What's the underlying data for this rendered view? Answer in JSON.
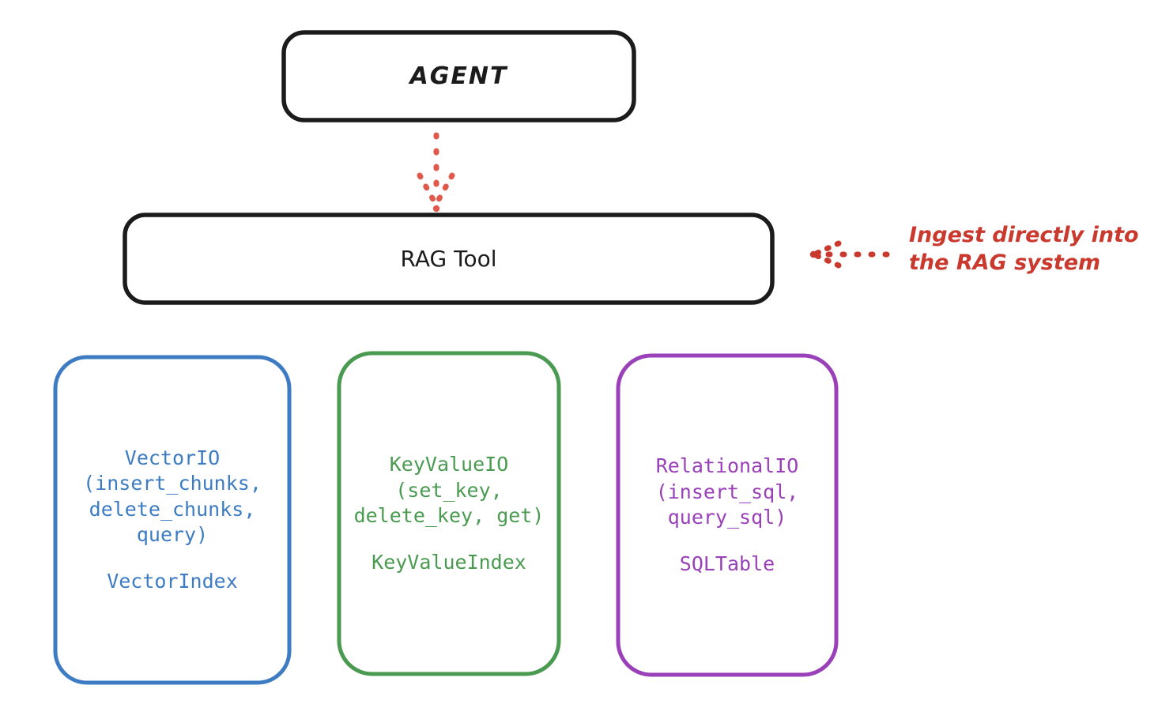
{
  "diagram": {
    "title_node": {
      "label": "AGENT"
    },
    "tool_node": {
      "label": "RAG Tool"
    },
    "annotation": {
      "text": "Ingest directly into\nthe RAG system",
      "color": "#c9392e"
    },
    "connector_color": "#e0594b",
    "box_stroke_color": "#1b1b1b",
    "background": "#ffffff",
    "api_nodes": [
      {
        "id": "vector",
        "api_name": "VectorIO",
        "methods": "(insert_chunks,\ndelete_chunks,\nquery)",
        "index_name": "VectorIndex",
        "color": "#3d7cc2"
      },
      {
        "id": "keyvalue",
        "api_name": "KeyValueIO",
        "methods": "(set_key,\ndelete_key, get)",
        "index_name": "KeyValueIndex",
        "color": "#4a9a51"
      },
      {
        "id": "relational",
        "api_name": "RelationalIO",
        "methods": "(insert_sql,\nquery_sql)",
        "index_name": "SQLTable",
        "color": "#9a40b8"
      }
    ]
  }
}
